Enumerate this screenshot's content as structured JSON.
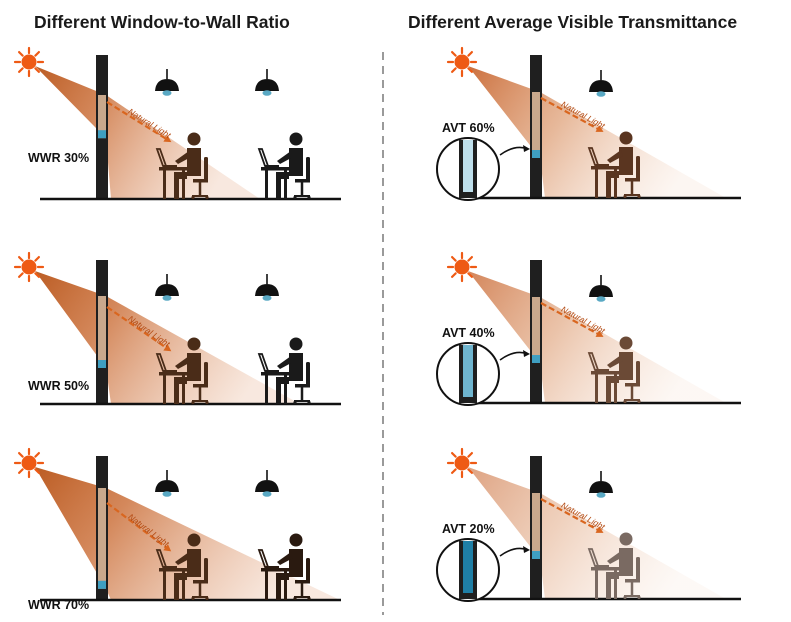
{
  "titles": {
    "left": "Different Window-to-Wall Ratio",
    "right": "Different Average Visible Transmittance"
  },
  "light_label": "Natural Light",
  "wwr_scenarios": [
    {
      "label": "WWR 30%",
      "ratio": 0.3
    },
    {
      "label": "WWR 50%",
      "ratio": 0.5
    },
    {
      "label": "WWR 70%",
      "ratio": 0.7
    }
  ],
  "avt_scenarios": [
    {
      "label": "AVT 60%",
      "transmittance": 0.6
    },
    {
      "label": "AVT 40%",
      "transmittance": 0.4
    },
    {
      "label": "AVT 20%",
      "transmittance": 0.2
    }
  ],
  "colors": {
    "sun": "#ee5a14",
    "beam": "#c8642a",
    "arrow": "#d9661f",
    "wall": "#1f1f1f",
    "person": "#1a1a1a",
    "lamp": "#111111",
    "lamp_glass": "#5aa9c4",
    "glass_blue": "#3f9fc1",
    "divider": "#9a9a9a"
  },
  "icons": [
    "sun-icon",
    "pendant-lamp-icon",
    "person-at-desk-icon",
    "chair-icon",
    "laptop-icon",
    "magnifier-icon",
    "curved-arrow-icon"
  ]
}
